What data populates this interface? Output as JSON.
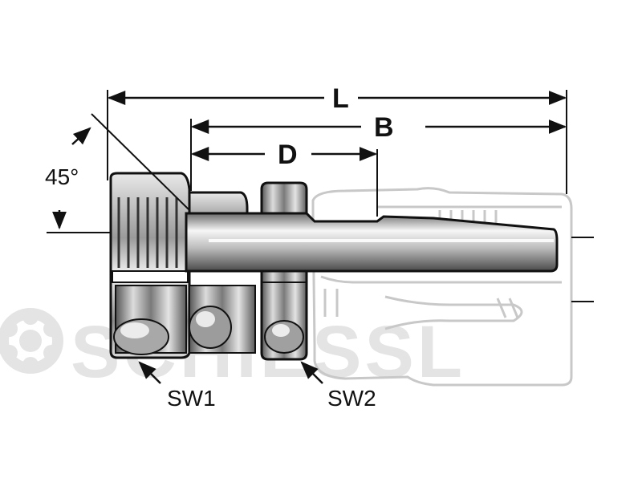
{
  "dimensions": {
    "L": "L",
    "B": "B",
    "D": "D"
  },
  "angle_label": "45°",
  "callouts": {
    "sw1": "SW1",
    "sw2": "SW2"
  },
  "watermark": {
    "text": "SCHIESSL",
    "color": "#e4e4e4"
  },
  "colors": {
    "line": "#111111",
    "metal_light": "#f2f2f2",
    "metal_mid": "#bdbdbd",
    "metal_dark": "#555555",
    "hose_outline": "#c8c8c8"
  }
}
